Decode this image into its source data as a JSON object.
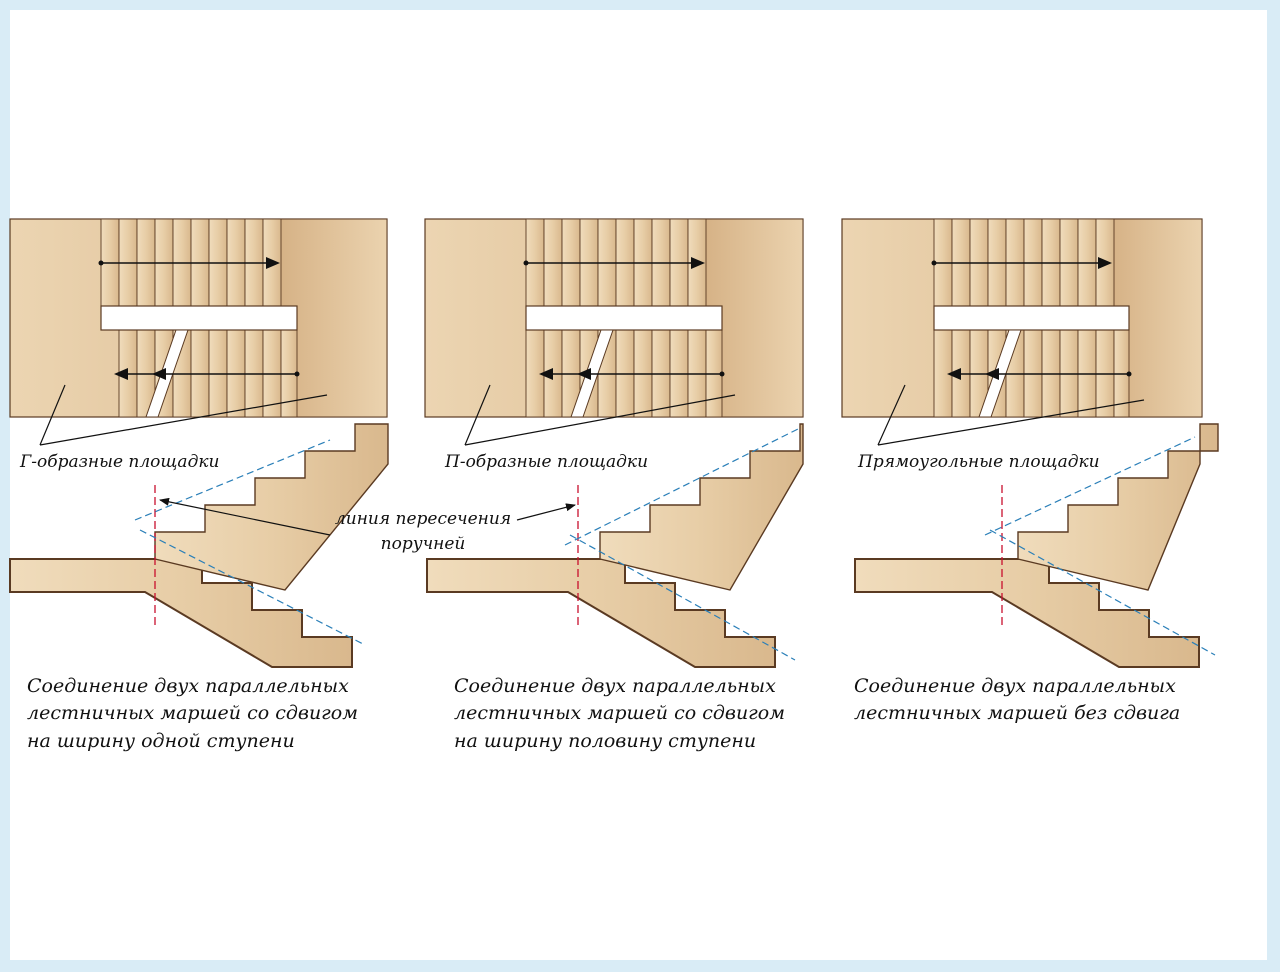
{
  "colors": {
    "fill": "#e8cfaa",
    "fill_dark": "#cfa77a",
    "stroke": "#5a3a22",
    "dash": "#2a7fb8",
    "red": "#c8102e",
    "border": "#d9ecf6"
  },
  "labels": {
    "g_platforms": "Г-образные площадки",
    "p_platforms": "П-образные площадки",
    "rect_platforms": "Прямоугольные площадки",
    "intersection_line_1": "линия пересечения",
    "intersection_line_2": "поручней"
  },
  "captions": [
    {
      "l1": "Соединение двух параллельных",
      "l2": "лестничных маршей со сдвигом",
      "l3": "на ширину одной ступени"
    },
    {
      "l1": "Соединение двух параллельных",
      "l2": "лестничных маршей со сдвигом",
      "l3": "на ширину половину ступени"
    },
    {
      "l1": "Соединение двух параллельных",
      "l2": "лестничных маршей без сдвига",
      "l3": ""
    }
  ]
}
